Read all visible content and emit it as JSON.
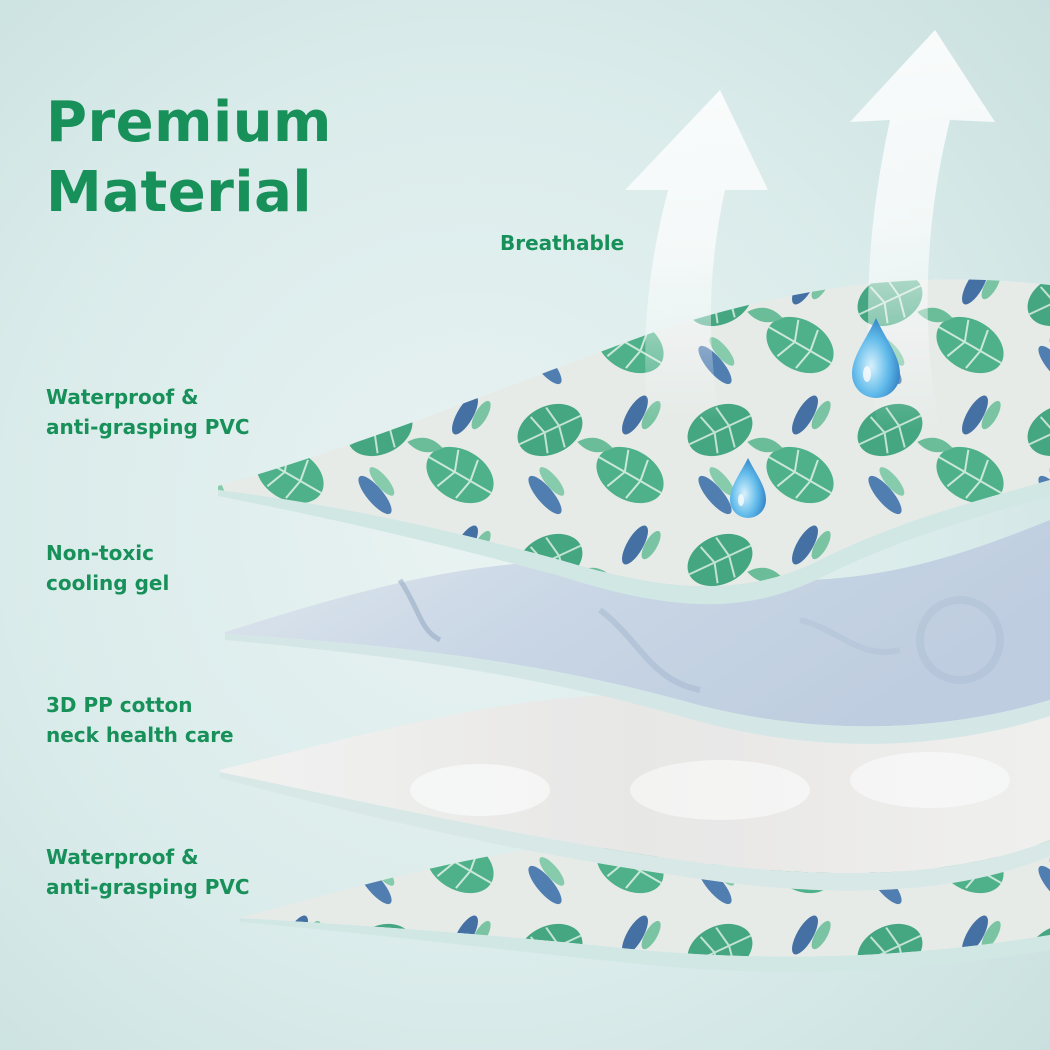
{
  "title_line1": "Premium",
  "title_line2": "Material",
  "breathable": "Breathable",
  "layers": [
    {
      "line1": "Waterproof &",
      "line2": "anti-grasping PVC"
    },
    {
      "line1": "Non-toxic",
      "line2": "cooling gel"
    },
    {
      "line1": "3D PP cotton",
      "line2": "neck health care"
    },
    {
      "line1": "Waterproof &",
      "line2": "anti-grasping PVC"
    }
  ],
  "colors": {
    "text_green": "#17905a",
    "background": "#dceeee",
    "leaf_green": "#2f9e73",
    "leaf_blue": "#2f5f9a",
    "gel_blue": "#c9d6e6",
    "cotton": "#efefed"
  },
  "icons": [
    "up-arrow-icon",
    "water-drop-icon"
  ]
}
